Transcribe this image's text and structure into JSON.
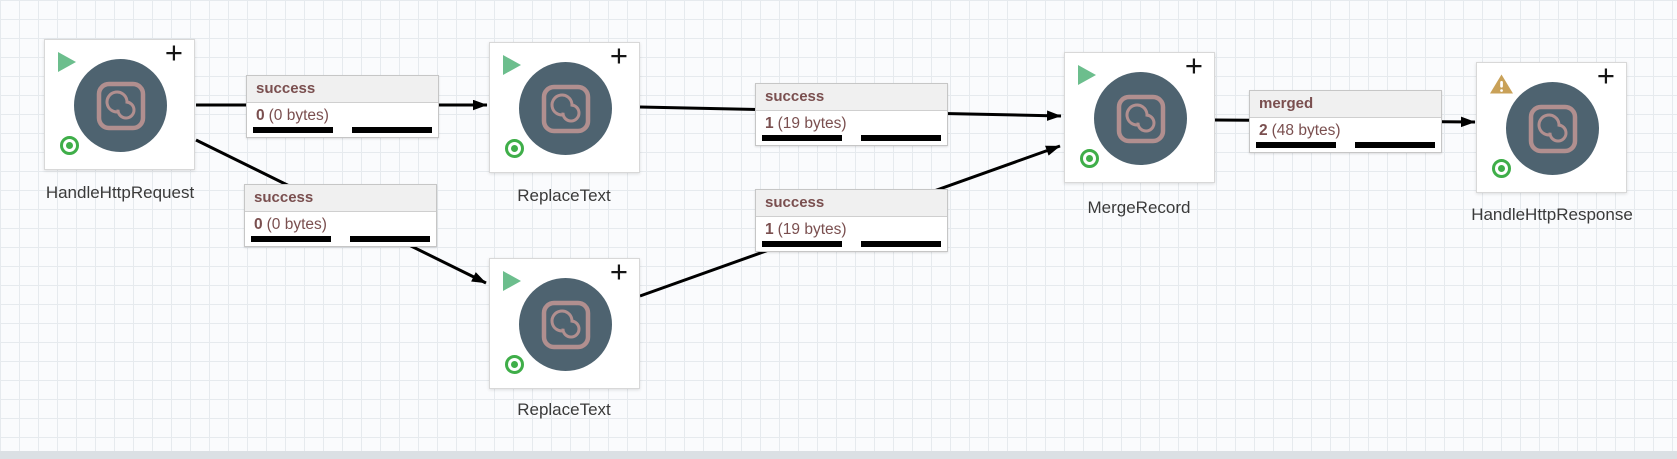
{
  "theme": {
    "canvas_bg": "#fafbfd",
    "grid_line": "#e6eaee",
    "edge_color": "#000000",
    "node_bg": "#ffffff",
    "node_border": "#d8d8d8",
    "processor_circle": "#4e6370",
    "processor_glyph": "#b18f8f",
    "running_green": "#6cbe8d",
    "status_green": "#3fae49",
    "warning_amber": "#c9a158",
    "label_text": "#7a4f4f",
    "label_header_bg": "#f0f0f0",
    "node_label_color": "#3a3a3a",
    "bottom_bar": "#dbe0e4"
  },
  "icons": {
    "plus": "+"
  },
  "nodes": [
    {
      "label": "HandleHttpRequest",
      "status": "running"
    },
    {
      "label": "ReplaceText",
      "status": "running"
    },
    {
      "label": "ReplaceText",
      "status": "running"
    },
    {
      "label": "MergeRecord",
      "status": "running"
    },
    {
      "label": "HandleHttpResponse",
      "status": "warning"
    }
  ],
  "connections": [
    {
      "relationship": "success",
      "count": "0",
      "size": "(0 bytes)"
    },
    {
      "relationship": "success",
      "count": "0",
      "size": "(0 bytes)"
    },
    {
      "relationship": "success",
      "count": "1",
      "size": "(19 bytes)"
    },
    {
      "relationship": "success",
      "count": "1",
      "size": "(19 bytes)"
    },
    {
      "relationship": "merged",
      "count": "2",
      "size": "(48 bytes)"
    }
  ]
}
